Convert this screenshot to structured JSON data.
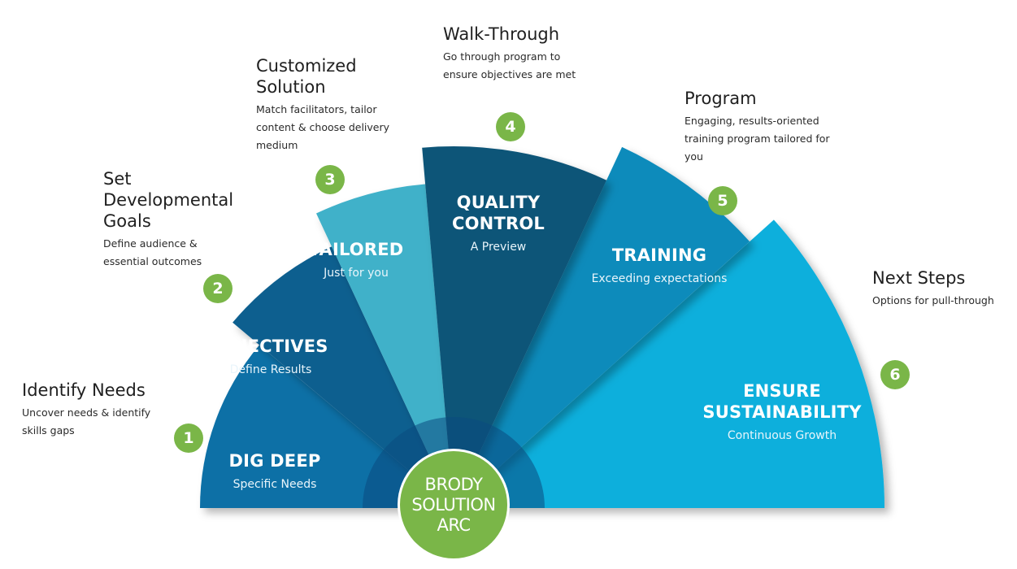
{
  "colors": {
    "badge_green": "#7ab648",
    "hub_green": "#7ab648",
    "inner_ring": "#0b4a80",
    "segment_1": "#0a6fa6",
    "segment_2": "#0c5f8f",
    "segment_3": "#3fb1c9",
    "segment_4": "#0a5478",
    "segment_5": "#0a8bbb",
    "segment_6": "#0aafdc"
  },
  "hub": {
    "label": "BRODY\nSOLUTION\nARC"
  },
  "segments": [
    {
      "number": "1",
      "title": "DIG DEEP",
      "subtitle": "Specific Needs"
    },
    {
      "number": "2",
      "title": "OBJECTIVES",
      "subtitle": "Define Results"
    },
    {
      "number": "3",
      "title": "TAILORED",
      "subtitle": "Just for you"
    },
    {
      "number": "4",
      "title": "QUALITY\nCONTROL",
      "subtitle": "A Preview"
    },
    {
      "number": "5",
      "title": "TRAINING",
      "subtitle": "Exceeding expectations"
    },
    {
      "number": "6",
      "title": "ENSURE\nSUSTAINABILITY",
      "subtitle": "Continuous Growth"
    }
  ],
  "steps": [
    {
      "title": "Identify Needs",
      "desc": "Uncover needs & identify\nskills gaps"
    },
    {
      "title": "Set\nDevelopmental\nGoals",
      "desc": "Define audience &\nessential outcomes"
    },
    {
      "title": "Customized\nSolution",
      "desc": "Match facilitators, tailor\ncontent & choose delivery\nmedium"
    },
    {
      "title": "Walk-Through",
      "desc": "Go through program to\nensure objectives are met"
    },
    {
      "title": "Program",
      "desc": "Engaging, results-oriented\ntraining program tailored for\nyou"
    },
    {
      "title": "Next Steps",
      "desc": "Options for pull-through"
    }
  ]
}
